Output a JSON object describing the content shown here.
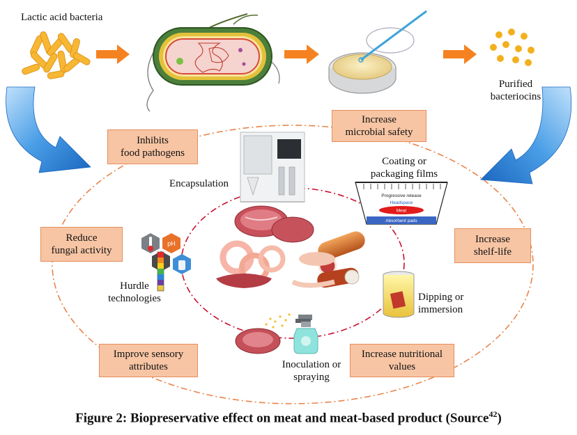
{
  "labels": {
    "lactic_acid_bacteria": "Lactic acid bacteria",
    "purified_bacteriocins": "Purified\nbacteriocins",
    "encapsulation": "Encapsulation",
    "coating": "Coating or\npackaging films",
    "hurdle": "Hurdle\ntechnologies",
    "dipping": "Dipping or\nimmersion",
    "inoculation": "Inoculation or\nspraying",
    "ph": "pH"
  },
  "film_diagram": {
    "progressive_release": "Progressive release",
    "headspace": "Headspace",
    "meat": "Meat",
    "absorbent_pads": "Absorbent pads"
  },
  "effects": {
    "increase_microbial_safety": "Increase\nmicrobial safety",
    "inhibits_food_pathogens": "Inhibits\nfood pathogens",
    "reduce_fungal_activity": "Reduce\nfungal activity",
    "increase_shelf_life": "Increase\nshelf-life",
    "improve_sensory": "Improve sensory\nattributes",
    "increase_nutritional": "Increase nutritional\nvalues"
  },
  "caption": {
    "text": "Figure 2: Biopreservative effect on meat and meat-based product (Source",
    "ref": "42",
    "close": ")"
  },
  "colors": {
    "box_fill": "#f7c5a4",
    "box_border": "#e58e5a",
    "arrow_orange": "#f58220",
    "arrow_blue": "#2f86d8",
    "ellipse_orange": "#e8844a",
    "ellipse_red": "#c8102e"
  }
}
